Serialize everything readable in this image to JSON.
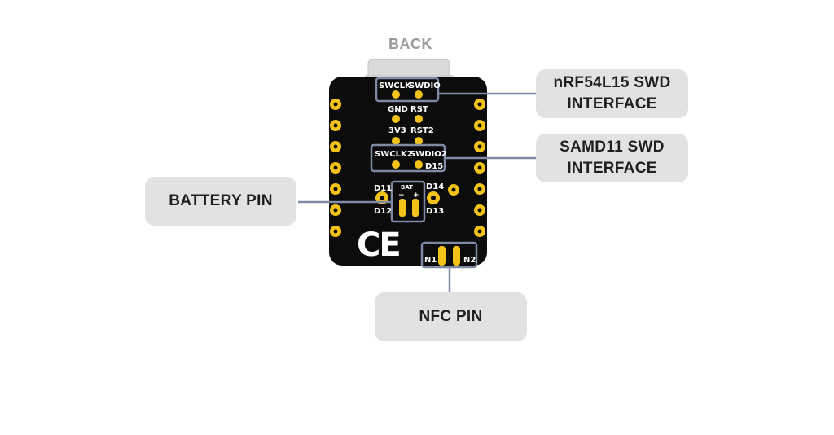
{
  "title": "BACK",
  "board": {
    "labels": {
      "swclk": "SWCLK",
      "swdio": "SWDIO",
      "gnd": "GND",
      "rst": "RST",
      "v33": "3V3",
      "rst2": "RST2",
      "swclk2": "SWCLK2",
      "swdio2": "SWDIO2",
      "d15": "D15",
      "d11": "D11",
      "d12": "D12",
      "d14": "D14",
      "d13": "D13",
      "bat": "BAT",
      "bat_minus": "−",
      "bat_plus": "+",
      "n1": "N1",
      "n2": "N2",
      "ce_mark": "CE"
    }
  },
  "callouts": {
    "nrf_swd": {
      "line1": "nRF54L15 SWD",
      "line2": "INTERFACE"
    },
    "samd_swd": {
      "line1": "SAMD11 SWD",
      "line2": "INTERFACE"
    },
    "battery": {
      "line1": "BATTERY PIN"
    },
    "nfc": {
      "line1": "NFC PIN"
    }
  },
  "colors": {
    "board": "#0c0c0c",
    "pad": "#f3c31a",
    "highlight": "#7e8aa6",
    "callout_bg": "#e2e2e2",
    "callout_text": "#1f1f1f",
    "title": "#9a9a9a",
    "usb_connector": "#d9d9d9"
  }
}
